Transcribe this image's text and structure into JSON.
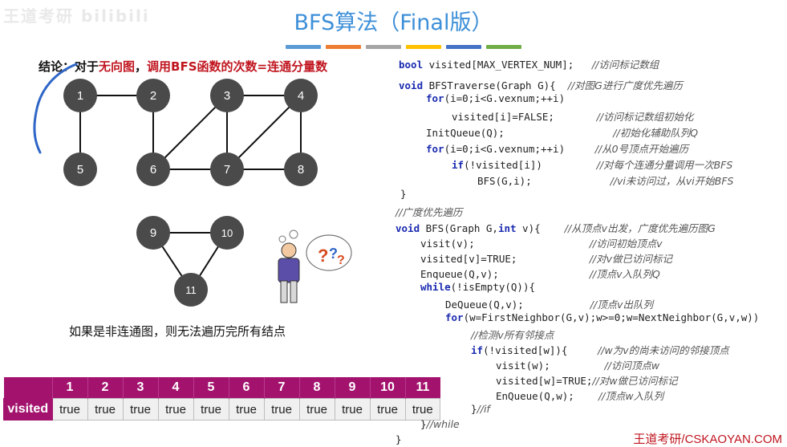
{
  "watermark": "王道考研 bilibili",
  "title": "BFS算法（Final版）",
  "accent_colors": [
    "#5b9bd5",
    "#ed7d31",
    "#a5a5a5",
    "#ffc000",
    "#4472c4",
    "#70ad47"
  ],
  "conclusion": {
    "prefix": "结论：对于",
    "highlight1": "无向图",
    "middle": "，",
    "highlight2": "调用BFS函数的次数=连通分量数"
  },
  "graph": {
    "nodes": [
      "1",
      "2",
      "3",
      "4",
      "5",
      "6",
      "7",
      "8",
      "9",
      "10",
      "11"
    ],
    "node_color": "#4a4a4a"
  },
  "note": "如果是非连通图，则无法遍历完所有结点",
  "visited_table": {
    "row_label": "visited",
    "indices": [
      "1",
      "2",
      "3",
      "4",
      "5",
      "6",
      "7",
      "8",
      "9",
      "10",
      "11"
    ],
    "values": [
      "true",
      "true",
      "true",
      "true",
      "true",
      "true",
      "true",
      "true",
      "true",
      "true",
      "true"
    ]
  },
  "code": {
    "l1": {
      "kw": "bool",
      "code": " visited[MAX_VERTEX_NUM];   ",
      "cmt": "//访问标记数组"
    },
    "l2": {
      "kw": "void",
      "code": " BFSTraverse(Graph G){  ",
      "cmt": "//对图G进行广度优先遍历"
    },
    "l3": {
      "kw": "for",
      "code": "(i=0;i<G.vexnum;++i)"
    },
    "l4": {
      "code": "visited[i]=FALSE;       ",
      "cmt": "//访问标记数组初始化"
    },
    "l5": {
      "code": "InitQueue(Q);                  ",
      "cmt": "//初始化辅助队列Q"
    },
    "l6": {
      "kw": "for",
      "code": "(i=0;i<G.vexnum;++i)     ",
      "cmt": "//从0号顶点开始遍历"
    },
    "l7": {
      "kw": "if",
      "code": "(!visited[i])         ",
      "cmt": "//对每个连通分量调用一次BFS"
    },
    "l8": {
      "code": "BFS(G,i);             ",
      "cmt": "//vi未访问过，从vi开始BFS"
    },
    "l9": {
      "code": "}"
    },
    "l10": {
      "cmt": "//广度优先遍历"
    },
    "l11": {
      "kw": "void",
      "code": " BFS(Graph G,",
      "kw2": "int",
      "code2": " v){    ",
      "cmt": "//从顶点v出发，广度优先遍历图G"
    },
    "l12": {
      "code": "visit(v);                   ",
      "cmt": "//访问初始顶点v"
    },
    "l13": {
      "code": "visited[v]=TRUE;            ",
      "cmt": "//对v做已访问标记"
    },
    "l14": {
      "code": "Enqueue(Q,v);               ",
      "cmt": "//顶点v入队列Q"
    },
    "l15": {
      "kw": "while",
      "code": "(!isEmpty(Q)){"
    },
    "l16": {
      "code": "DeQueue(Q,v);           ",
      "cmt": "//顶点v出队列"
    },
    "l17": {
      "kw": "for",
      "code": "(w=FirstNeighbor(G,v);w>=0;w=NextNeighbor(G,v,w))"
    },
    "l18": {
      "cmt": "//检测v所有邻接点"
    },
    "l19": {
      "kw": "if",
      "code": "(!visited[w]){     ",
      "cmt": "//w为v的尚未访问的邻接顶点"
    },
    "l20": {
      "code": "visit(w);         ",
      "cmt": "//访问顶点w"
    },
    "l21": {
      "code": "visited[w]=TRUE;",
      "cmt": "//对w做已访问标记"
    },
    "l22": {
      "code": "EnQueue(Q,w);    ",
      "cmt": "//顶点w入队列"
    },
    "l23": {
      "code": "}",
      "cmt": "//if"
    },
    "l24": {
      "code": "}",
      "cmt": "//while"
    },
    "l25": {
      "code": "}"
    }
  },
  "footer": "王道考研/CSKAOYAN.COM"
}
